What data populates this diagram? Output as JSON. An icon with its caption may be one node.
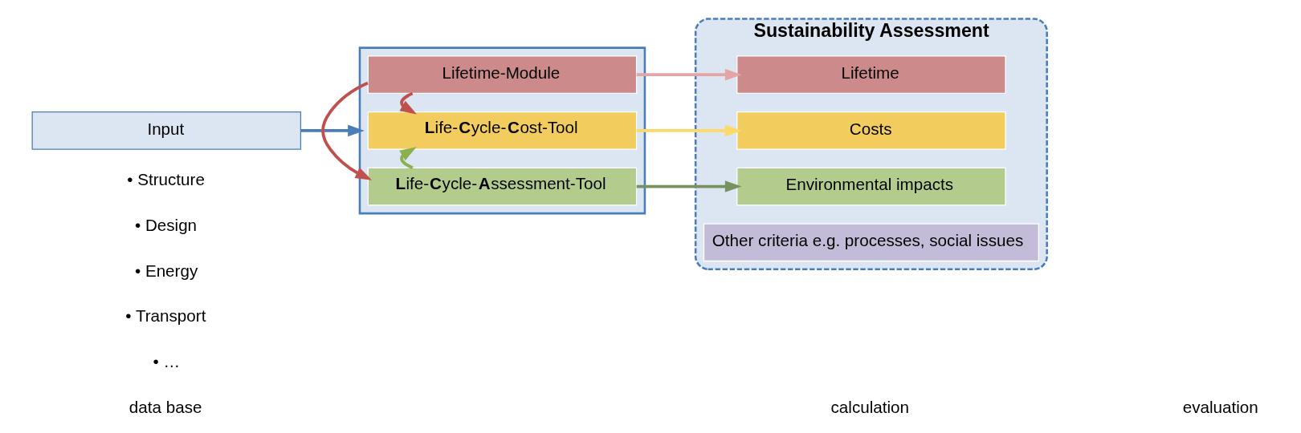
{
  "diagram": {
    "nodes": [
      {
        "text": [
          "Input"
        ]
      },
      {
        "text": [],
        "shape": "box"
      },
      {
        "text": [
          "Lifetime-Module"
        ],
        "in": 1
      },
      {
        "text": [
          "**L**ife-**C**ycle-**C**ost-Tool"
        ],
        "in": 1
      },
      {
        "text": [
          "**L**ife-**C**ycle-**A**ssessment-Tool"
        ],
        "in": 1
      },
      {
        "text": [
          "Sustainability Assessment"
        ]
      },
      {
        "text": [
          "Lifetime"
        ],
        "in": 5
      },
      {
        "text": [
          "Costs"
        ],
        "in": 5
      },
      {
        "text": [
          "Environmental impacts"
        ],
        "in": 5
      },
      {
        "text": [
          "Other criteria e.g. processes, social issues"
        ],
        "in": 5
      }
    ],
    "edges": [
      {
        "from": 0,
        "to": 1,
        "arrow": "to",
        "color": "#4a7ebb"
      },
      {
        "from": 2,
        "to": 3,
        "arrow": "to",
        "color": "#c0504d"
      },
      {
        "from": 2,
        "to": 4,
        "arrow": "to",
        "color": "#c0504d"
      },
      {
        "from": 4,
        "to": 3,
        "arrow": "to",
        "color": "#8db04f"
      },
      {
        "from": 2,
        "to": 6,
        "arrow": "to",
        "color": "#e6a5a5"
      },
      {
        "from": 3,
        "to": 7,
        "arrow": "to",
        "color": "#ffd966"
      },
      {
        "from": 4,
        "to": 8,
        "arrow": "to",
        "color": "#77925f"
      }
    ],
    "labels": [
      "• Structure",
      "• Design",
      "• Energy",
      "• Transport",
      "• …",
      "data base",
      "calculation",
      "evaluation"
    ]
  }
}
